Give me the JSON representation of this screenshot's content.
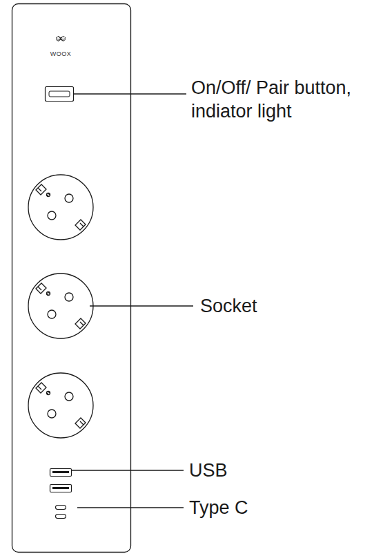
{
  "diagram": {
    "labels": [
      "WOOX",
      "On/Off/ Pair button, indiator light",
      "Socket",
      "USB",
      "Type C"
    ]
  }
}
